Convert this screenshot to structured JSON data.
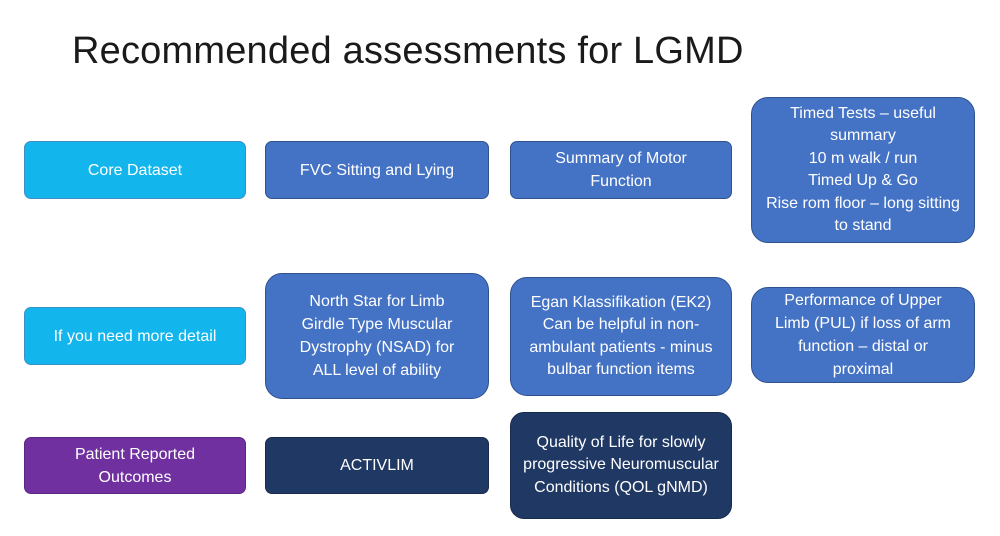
{
  "title": "Recommended assessments for LGMD",
  "rows": {
    "core": {
      "label": "Core Dataset",
      "fvc": "FVC Sitting and Lying",
      "motor_summary": "Summary of Motor Function",
      "timed_tests": "Timed Tests – useful summary\n10 m walk / run\nTimed Up & Go\nRise rom floor – long sitting to stand"
    },
    "detail": {
      "label": "If you need more detail",
      "nsad": "North Star for Limb Girdle Type Muscular Dystrophy (NSAD) for ALL level of ability",
      "ek2": "Egan Klassifikation (EK2) Can be helpful in non-ambulant patients - minus bulbar function items",
      "pul": "Performance of Upper Limb (PUL) if loss of arm function – distal or proximal"
    },
    "pro": {
      "label": "Patient Reported Outcomes",
      "activlim": "ACTIVLIM",
      "qol": "Quality of Life for slowly progressive Neuromuscular Conditions (QOL gNMD)"
    }
  },
  "colors": {
    "cyan": "#12b5ec",
    "blue": "#4472c4",
    "purple": "#7030a0",
    "navy": "#203864"
  }
}
